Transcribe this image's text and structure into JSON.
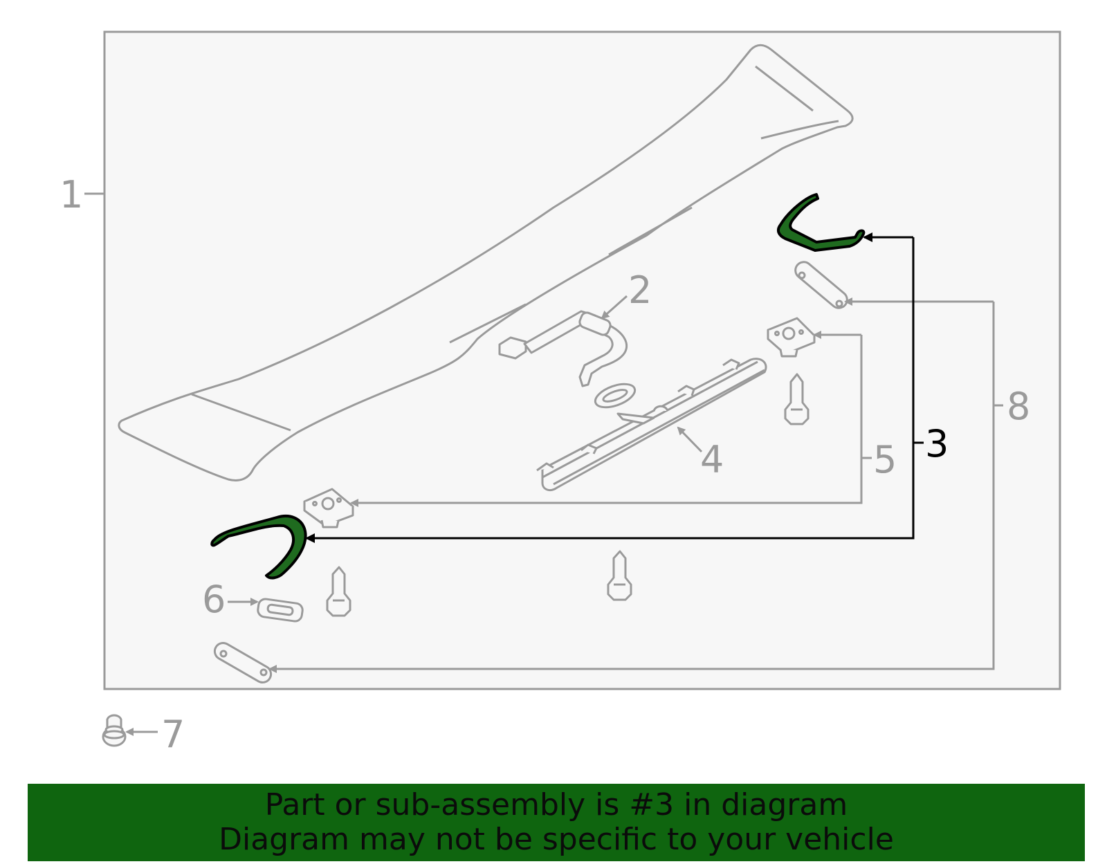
{
  "diagram": {
    "labels": {
      "part1": "1",
      "part2": "2",
      "part3": "3",
      "part4": "4",
      "part5": "5",
      "part6": "6",
      "part7": "7",
      "part8": "8"
    },
    "highlight_part": "3",
    "colors": {
      "outline": "#9a9a9a",
      "panel_bg": "#f7f7f7",
      "highlight_fill": "#1f6b1f",
      "highlight_stroke": "#000000",
      "banner_bg": "#0f650f"
    },
    "icons": [
      "spoiler-icon",
      "wire-harness-icon",
      "seal-icon",
      "stop-lamp-icon",
      "nut-icon",
      "grommet-icon",
      "screw-icon",
      "gasket-icon",
      "bolt-icon"
    ]
  },
  "banner": {
    "line1": "Part or sub-assembly is #3 in diagram",
    "line2": "Diagram may not be specific to your vehicle"
  }
}
